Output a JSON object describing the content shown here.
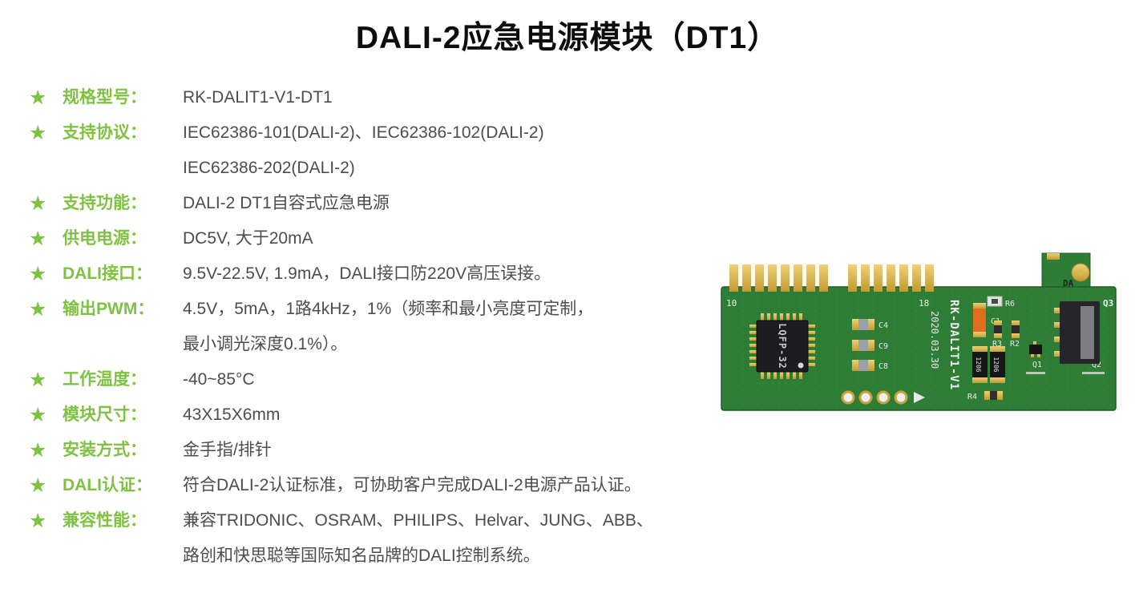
{
  "page": {
    "title": "DALI-2应急电源模块（DT1）"
  },
  "icons": {
    "star": "★"
  },
  "specs": [
    {
      "label": "规格型号：",
      "lines": [
        "RK-DALIT1-V1-DT1"
      ]
    },
    {
      "label": "支持协议：",
      "lines": [
        "IEC62386-101(DALI-2)、IEC62386-102(DALI-2)",
        "IEC62386-202(DALI-2)"
      ]
    },
    {
      "label": "支持功能：",
      "lines": [
        "DALI-2 DT1自容式应急电源"
      ]
    },
    {
      "label": "供电电源：",
      "lines": [
        "DC5V, 大于20mA"
      ]
    },
    {
      "label": "DALI接口：",
      "lines": [
        "9.5V-22.5V, 1.9mA，DALI接口防220V高压误接。"
      ]
    },
    {
      "label": "输出PWM：",
      "lines": [
        "4.5V，5mA，1路4kHz，1%（频率和最小亮度可定制，",
        "最小调光深度0.1%）。"
      ]
    },
    {
      "label": "工作温度：",
      "lines": [
        "-40~85°C"
      ]
    },
    {
      "label": "模块尺寸：",
      "lines": [
        "43X15X6mm"
      ]
    },
    {
      "label": "安装方式：",
      "lines": [
        "金手指/排针"
      ]
    },
    {
      "label": "DALI认证：",
      "lines": [
        "符合DALI-2认证标准，可协助客户完成DALI-2电源产品认证。"
      ]
    },
    {
      "label": "兼容性能：",
      "lines": [
        "兼容TRIDONIC、OSRAM、PHILIPS、Helvar、JUNG、ABB、",
        "路创和快思聪等国际知名品牌的DALI控制系统。"
      ]
    }
  ],
  "pcb": {
    "left_pin_number": "10",
    "right_pin_number": "18",
    "chip_label": "LQFP-32",
    "silkscreen_model": "RK-DALIT1-V1",
    "silkscreen_date": "2020.03.30",
    "labels": {
      "c4": "C4",
      "c9": "C9",
      "c8": "C8",
      "c1": "C1",
      "r6": "R6",
      "r3": "R3",
      "r2": "R2",
      "r4": "R4",
      "q1": "Q1",
      "q2": "Q2",
      "q3": "Q3",
      "cap_code": "1206",
      "da_pad": "DA"
    }
  },
  "colors": {
    "accent_green": "#7FC241",
    "body_text": "#4D4D4D",
    "pcb_green": "#2E7D36",
    "pad_gold": "#D9B84A"
  }
}
